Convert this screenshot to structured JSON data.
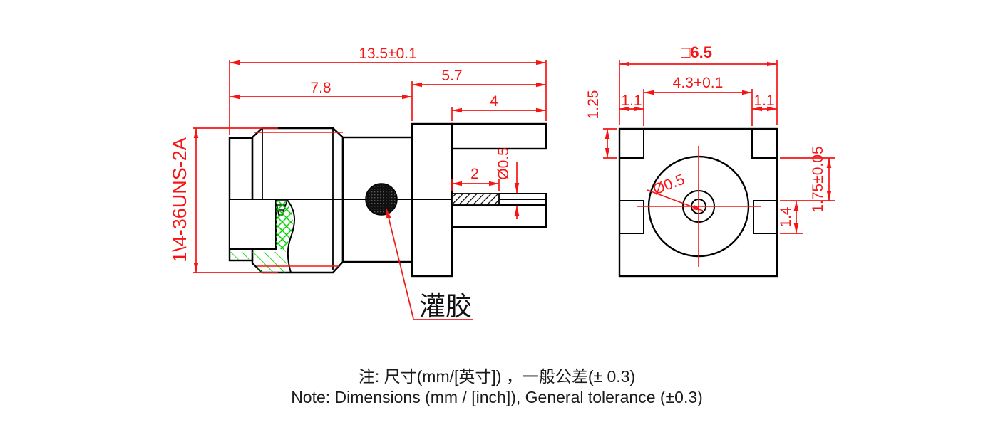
{
  "document": {
    "type": "engineering-drawing-connector",
    "colors": {
      "outline": "#000000",
      "dimension": "#f51515",
      "hatch_green": "#00d400",
      "glue_dot": "#141414"
    },
    "side_view": {
      "thread_spec": "1\\4-36UNS-2A",
      "dim_overall_length": "13.5±0.1",
      "dim_body_length": "7.8",
      "dim_tail_length": "5.7",
      "dim_leg_length": "4",
      "dim_pin_exposed": "2",
      "dim_pin_diameter": "Ø0.5",
      "label_potting": "灌胶"
    },
    "end_view": {
      "dim_square": "□6.5",
      "dim_slot_width": "4.3+0.1",
      "dim_tab_left": "1.1",
      "dim_tab_right": "1.1",
      "dim_corner_step": "1.25",
      "dim_pin_diameter": "Ø0.5",
      "dim_center_offset": "1.75±0.05",
      "dim_notch_height": "1.4"
    },
    "notes": {
      "line1_zh": "注: 尺寸(mm/[英寸]) ，一般公差(± 0.3)",
      "line2_en": "Note: Dimensions (mm / [inch]), General tolerance (±0.3)"
    }
  }
}
